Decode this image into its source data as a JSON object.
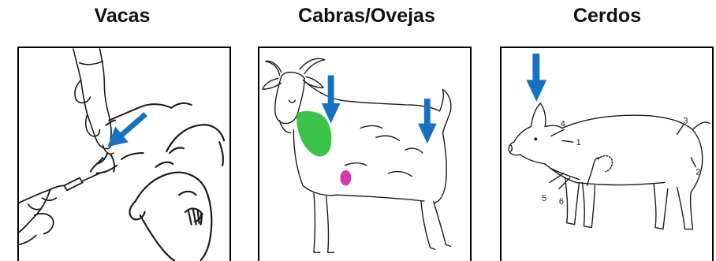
{
  "panels": [
    {
      "title": "Vacas"
    },
    {
      "title": "Cabras/Ovejas"
    },
    {
      "title": "Cerdos"
    }
  ],
  "pig_labels": [
    "1",
    "2",
    "3",
    "4",
    "5",
    "6"
  ],
  "colors": {
    "arrow": "#1672c0",
    "injection_site_green": "#3cc44a",
    "udder_magenta": "#d63aa8",
    "ink": "#1a1a1a"
  }
}
